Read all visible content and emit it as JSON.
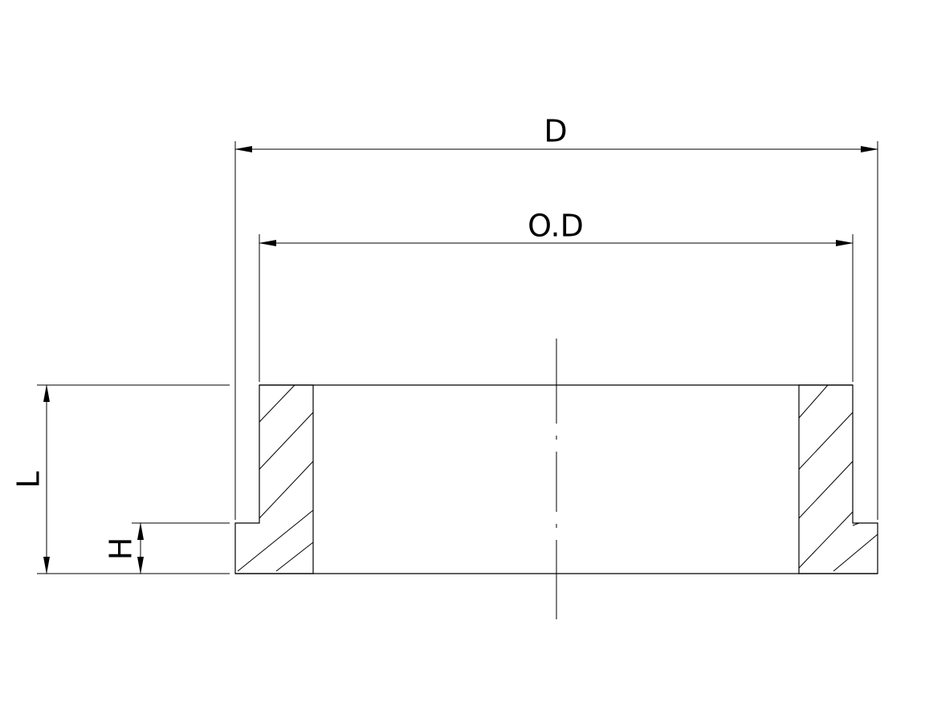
{
  "drawing": {
    "labels": {
      "d": "D",
      "od": "O.D",
      "l": "L",
      "h": "H"
    },
    "colors": {
      "line": "#000000",
      "background": "#ffffff"
    }
  }
}
